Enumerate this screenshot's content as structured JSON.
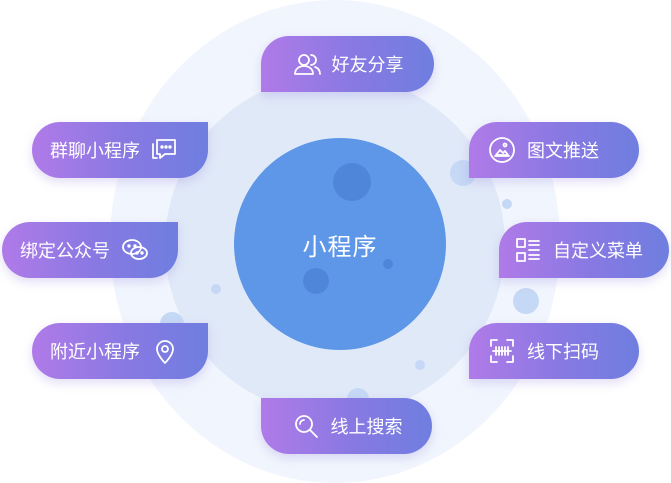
{
  "center": {
    "label": "小程序"
  },
  "features": {
    "share": {
      "label": "好友分享",
      "icon": "users-icon"
    },
    "group": {
      "label": "群聊小程序",
      "icon": "chat-bubble-icon"
    },
    "bind": {
      "label": "绑定公众号",
      "icon": "wechat-icon"
    },
    "nearby": {
      "label": "附近小程序",
      "icon": "location-pin-icon"
    },
    "search": {
      "label": "线上搜索",
      "icon": "search-icon"
    },
    "push": {
      "label": "图文推送",
      "icon": "image-icon"
    },
    "menu": {
      "label": "自定义菜单",
      "icon": "menu-grid-icon"
    },
    "scan": {
      "label": "线下扫码",
      "icon": "barcode-scan-icon"
    }
  },
  "colors": {
    "core": "#5e97e8",
    "pill_start": "#b07ae8",
    "pill_end": "#6f7ee0",
    "ring_outer": "#f1f5fd",
    "ring_mid": "#e0e9f8"
  }
}
